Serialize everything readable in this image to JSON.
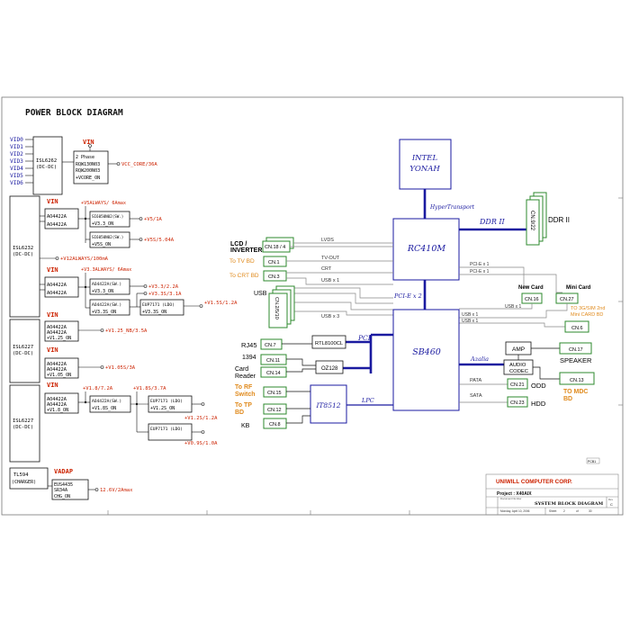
{
  "colors": {
    "red": "#cc2200",
    "green": "#2d8a2d",
    "navy": "#1a1aa0",
    "orange": "#e08a1c",
    "black": "#111111",
    "gray": "#888888"
  },
  "left": {
    "title": "POWER BLOCK DIAGRAM",
    "vid_labels": [
      "VID0",
      "VID1",
      "VID2",
      "VID3",
      "VID4",
      "VID5",
      "VID6"
    ],
    "vin": "VIN",
    "vadap": "VADAP",
    "isl6262": [
      "ISL6262",
      "(DC-DC)"
    ],
    "isl6262_box": [
      "2 Phase",
      "RQW130N03",
      "RQW200N03",
      "+VCORE_ON"
    ],
    "vcc_core": "VCC_CORE/36A",
    "isl6232": [
      "ISL6232",
      "(DC-DC)"
    ],
    "isl6227a": [
      "ISL6227",
      "(DC-DC)"
    ],
    "isl6227b": [
      "ISL6227",
      "(DC-DC)"
    ],
    "tl594": [
      "TL594",
      "(CHARGER)"
    ],
    "ao4422a": "AO4422A",
    "v5always": "+V5ALWAYS/ 6Amax",
    "v3always": "+V3.3ALWAYS/ 6Amax",
    "v12always": "+V12ALWAYS/100mA",
    "si3_1": [
      "SI6050N02(SW.)",
      "+V3.3_ON"
    ],
    "si3_2": [
      "SI6050N02(SW.)",
      "+V5S_ON"
    ],
    "v5_1a": "+V5/1A",
    "v5s": "+V5S/5.04A",
    "ao_sw_1": [
      "AO4422A(SW.)",
      "+V3.3_ON"
    ],
    "ao_sw_2": [
      "AO4422A(SW.)",
      "+V3.3S_ON"
    ],
    "eup_a": [
      "EUP7171 (LDO)",
      "+V3.3S_ON"
    ],
    "v3_3": "+V3.3/2.2A",
    "v3_3s": "+V3.3S/3.1A",
    "v1_5s": "+V1.5S/1.2A",
    "ao_v125": "+V1.25_ON",
    "v125": "+V1.25_NB/3.5A",
    "ao_v105": "+V1.05_ON",
    "v105": "+V1.05S/3A",
    "v18": "+V1.8/7.2A",
    "v18s": "+V1.8S/3.7A",
    "ao_v18": "+V1.8_ON",
    "ao_sw_3": [
      "AO4422A(SW.)",
      "+V1.8S_ON"
    ],
    "eup_b": [
      "EUP7171 (LDO)",
      "+V1.2S_ON"
    ],
    "eup_c": "EUP7171 (LDO)",
    "v12s": "+V1.2S/1.2A",
    "v09s": "+V0.9S/1.0A",
    "charger_box": [
      "EUS4435",
      "SR34A",
      "CHG_ON"
    ],
    "v126": "12.6V/2Amax"
  },
  "right": {
    "cpu": [
      "INTEL",
      "YONAH"
    ],
    "hypertransport": "HyperTransport",
    "nb": "RC410M",
    "ddr": "DDR II",
    "ddr_cn": "CN.9/22",
    "ddr_label": "DDR II",
    "sb": "SB460",
    "pcie_x2": "PCI-E x 2",
    "pci": "PCI",
    "lpc": "LPC",
    "azalia": "Azalia",
    "lcd": "LCD /\nINVERTER",
    "lcd_lines": [
      "LCD /",
      "INVERTER"
    ],
    "cn18": "CN.18 / 4",
    "lvds": "LVDS",
    "to_tv": "To TV BD",
    "cn1": "CN.1",
    "tvout": "TV-OUT",
    "to_crt": "To CRT BD",
    "cn3": "CN.3",
    "crt": "CRT",
    "usbx1_top": "USB x 1",
    "usb": "USB",
    "usb_cn": "CN.2/5/10",
    "usbx3": "USB x 3",
    "pciex1_a": "PCI-E x 1",
    "pciex1_b": "PCI-E x 1",
    "new_card": "New Card",
    "mini_card": "Mini Card",
    "cn16": "CN.16",
    "cn27": "CN.27",
    "usbx1_nc": "USB x 1",
    "usbx1_a": "USB x 1",
    "usbx1_b": "USB x 1",
    "to_3g": [
      "TO 3G/SIM 2nd",
      "Mini CARD BD"
    ],
    "cn6": "CN.6",
    "rj45": "RJ45",
    "cn7": "CN.7",
    "rtl": "RTL8100CL",
    "ieee": "1394",
    "cn11": "CN.11",
    "card_reader": [
      "Card",
      "Reader"
    ],
    "cn14": "CN.14",
    "oz128": "OZ128",
    "to_rf": [
      "To RF",
      "Switch"
    ],
    "cn15": "CN.15",
    "to_tp": [
      "To TP",
      "BD"
    ],
    "cn12": "CN.12",
    "kb": "KB",
    "cn8": "CN.8",
    "it8512": "IT8512",
    "amp": "AMP",
    "cn17": "CN.17",
    "speaker": "SPEAKER",
    "audio_codec": [
      "AUDIO",
      "CODEC"
    ],
    "cn13": "CN.13",
    "to_mdc": [
      "TO MDC",
      "BD"
    ],
    "pata": "PATA",
    "cn21": "CN.21",
    "odd": "ODD",
    "sata": "SATA",
    "cn23": "CN.23",
    "hdd": "HDD",
    "pcb": "PCB1"
  },
  "titleblock": {
    "company": "UNIWILL COMPUTER CORP.",
    "project": "Project : X40AIX",
    "sheet_title": "SYSTEM BLOCK DIAGRAM",
    "doc_hdr": "Document Number",
    "date": "Monday, April 10, 2006",
    "sheet": "Sheet",
    "sheet_no": "2",
    "of": "of",
    "total": "30",
    "rev_hdr": "Rev",
    "rev": "C"
  }
}
